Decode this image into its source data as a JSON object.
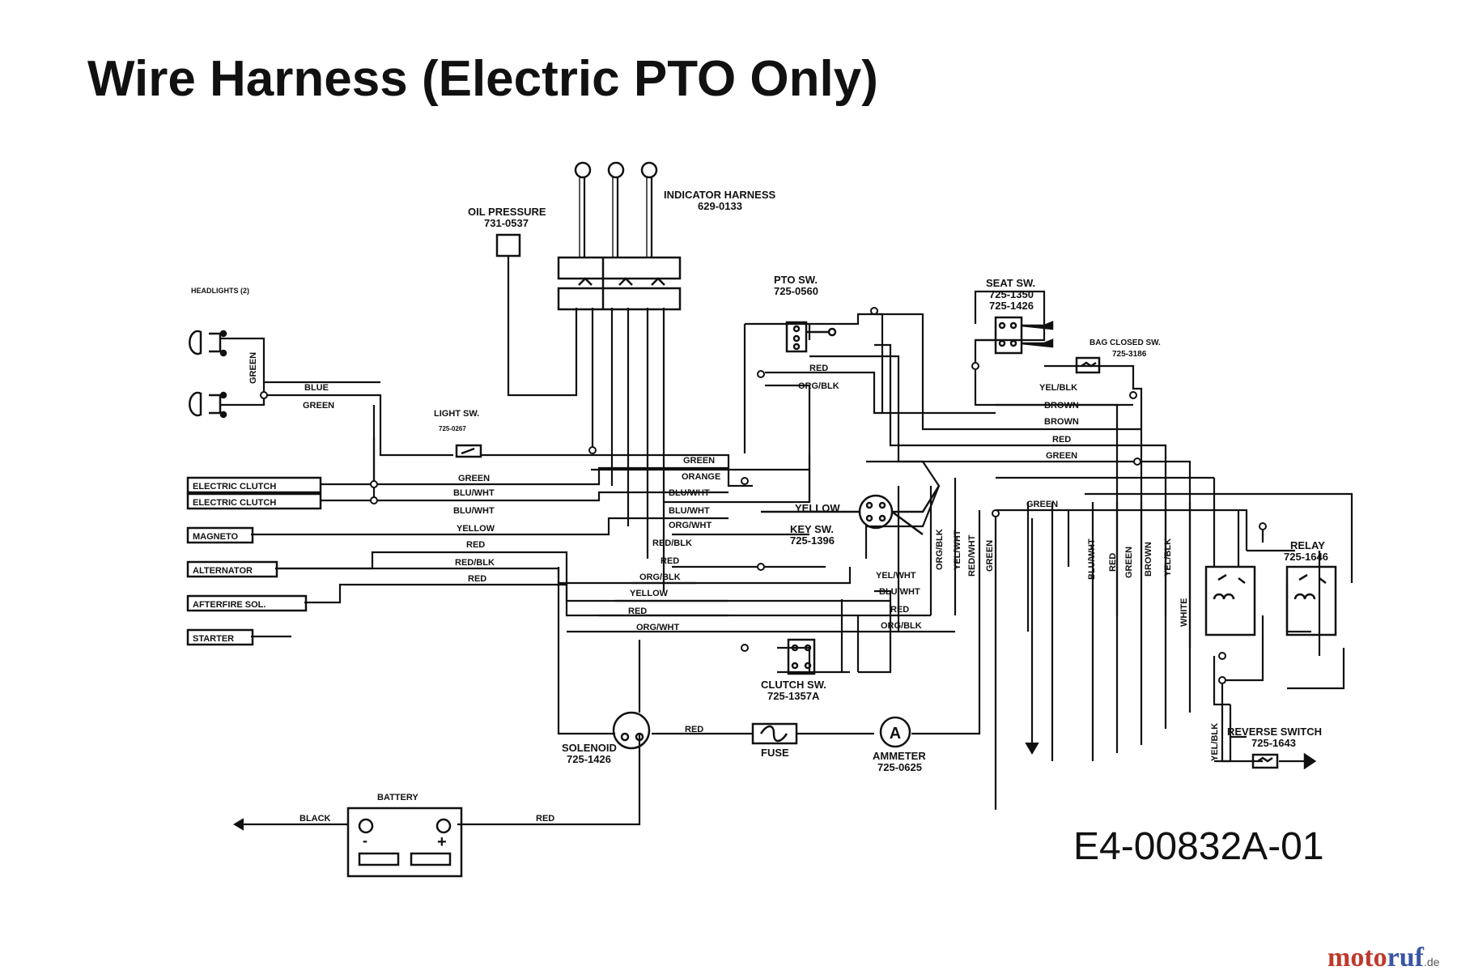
{
  "title": "Wire Harness (Electric PTO Only)",
  "drawing_code": "E4-00832A-01",
  "watermark": {
    "part1": "moto",
    "part2": "ruf",
    "tld": ".de"
  },
  "colors": {
    "ink": "#111111",
    "paper": "#ffffff",
    "watermark_red": "#c0392b",
    "watermark_blue": "#3a55a4"
  },
  "components": {
    "oil_pressure": {
      "label": "OIL PRESSURE",
      "part": "731-0537"
    },
    "indicator_harness": {
      "label": "INDICATOR HARNESS",
      "part": "629-0133"
    },
    "headlights": {
      "label": "HEADLIGHTS (2)"
    },
    "light_sw": {
      "label": "LIGHT SW.",
      "part": "725-0267"
    },
    "pto_sw": {
      "label": "PTO SW.",
      "part": "725-0560"
    },
    "seat_sw": {
      "label": "SEAT SW.",
      "part1": "725-1350",
      "part2": "725-1426"
    },
    "bag_closed_sw": {
      "label": "BAG CLOSED SW.",
      "part": "725-3186"
    },
    "key_sw": {
      "label": "KEY SW.",
      "part": "725-1396"
    },
    "relay": {
      "label": "RELAY",
      "part": "725-1646"
    },
    "reverse_switch": {
      "label": "REVERSE SWITCH",
      "part": "725-1643"
    },
    "clutch_sw": {
      "label": "CLUTCH SW.",
      "part": "725-1357A"
    },
    "solenoid": {
      "label": "SOLENOID",
      "part": "725-1426"
    },
    "fuse": {
      "label": "FUSE"
    },
    "ammeter": {
      "label": "AMMETER",
      "part": "725-0625"
    },
    "battery": {
      "label": "BATTERY",
      "minus": "-",
      "plus": "+"
    }
  },
  "left_connectors": [
    {
      "label": "ELECTRIC CLUTCH"
    },
    {
      "label": "ELECTRIC CLUTCH"
    },
    {
      "label": "MAGNETO"
    },
    {
      "label": "ALTERNATOR"
    },
    {
      "label": "AFTERFIRE SOL."
    },
    {
      "label": "STARTER"
    }
  ],
  "wire_labels": {
    "headlight_green": "GREEN",
    "blue": "BLUE",
    "green_1": "GREEN",
    "green_2": "GREEN",
    "green_3": "GREEN",
    "blu_wht_1": "BLU/WHT",
    "blu_wht_2": "BLU/WHT",
    "blu_wht_3": "BLU/WHT",
    "blu_wht_4": "BLU/WHT",
    "blu_wht_5": "BLU/WHT",
    "blu_wht_v": "BLU/WHT",
    "yellow_1": "YELLOW",
    "yellow_2": "YELLOW",
    "yellow_key": "YELLOW",
    "red_1": "RED",
    "red_2": "RED",
    "red_3": "RED",
    "red_4": "RED",
    "red_5": "RED",
    "red_6": "RED",
    "red_7": "RED",
    "red_v": "RED",
    "red_blk_1": "RED/BLK",
    "red_blk_2": "RED/BLK",
    "org_blk_1": "ORG/BLK",
    "org_blk_2": "ORG/BLK",
    "org_blk_3": "ORG/BLK",
    "org_blk_v": "ORG/BLK",
    "org_wht_1": "ORG/WHT",
    "org_wht_2": "ORG/WHT",
    "orange": "ORANGE",
    "yel_blk_1": "YEL/BLK",
    "yel_blk_v1": "YEL/BLK",
    "yel_blk_v2": "YEL/BLK",
    "yel_wht_1": "YEL/WHT",
    "yel_wht_v": "YEL/WHT",
    "red_wht_v": "RED/WHT",
    "green_v1": "GREEN",
    "green_v2": "GREEN",
    "brown_1": "BROWN",
    "brown_2": "BROWN",
    "brown_v": "BROWN",
    "green_r": "GREEN",
    "green_r2": "GREEN",
    "white_v": "WHITE",
    "black": "BLACK"
  }
}
